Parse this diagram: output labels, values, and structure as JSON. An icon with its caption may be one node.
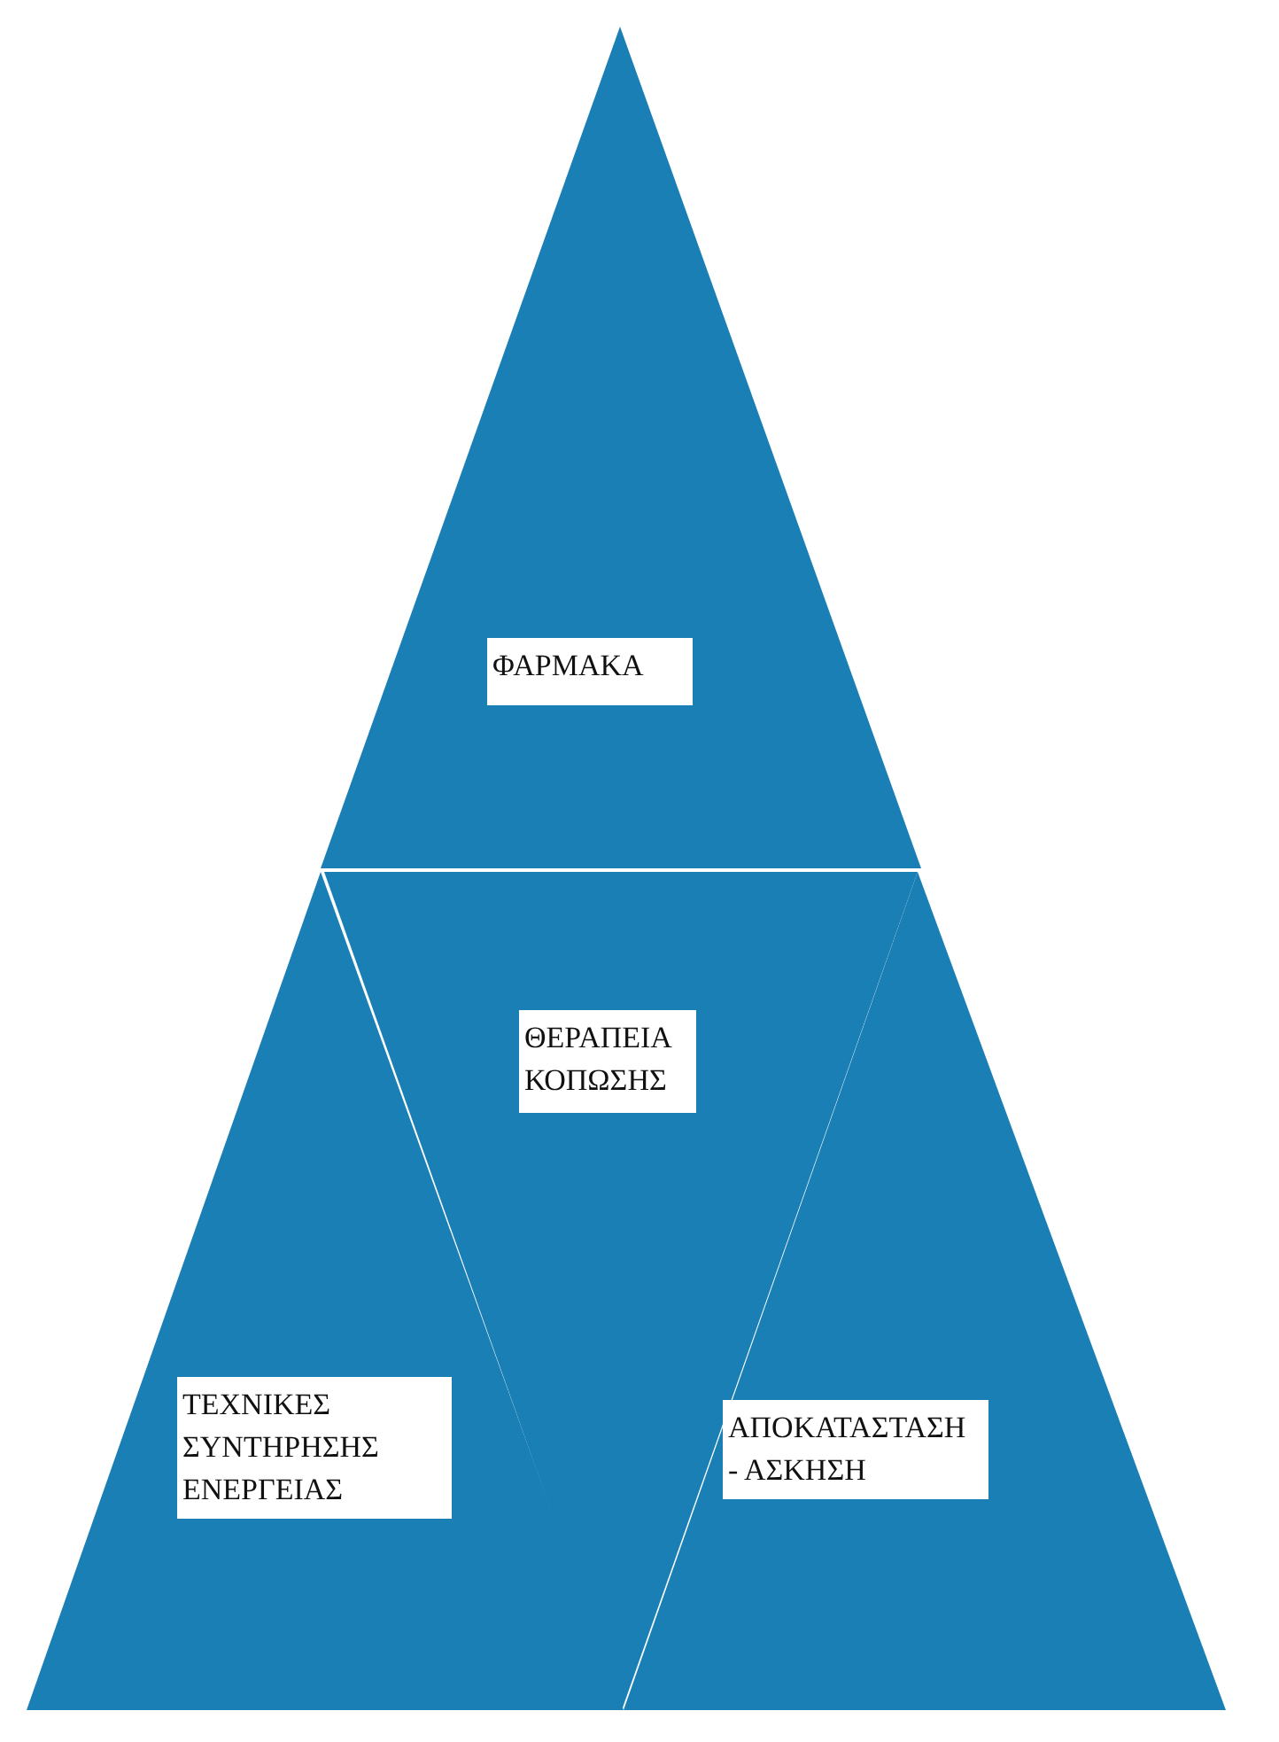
{
  "diagram": {
    "nodes": [
      {
        "text": [
          "ΦΑΡΜΑΚΑ"
        ]
      },
      {
        "text": [
          "ΘΕΡΑΠΕΙΑ ΚΟΠΩΣΗΣ"
        ]
      },
      {
        "text": [
          "ΤΕΧΝΙΚΕΣ ΣΥΝΤΗΡΗΣΗΣ ΕΝΕΡΓΕΙΑΣ"
        ]
      },
      {
        "text": [
          "ΑΠΟΚΑΤΑΣΤΑΣΗ - ΑΣΚΗΣΗ"
        ]
      }
    ]
  }
}
